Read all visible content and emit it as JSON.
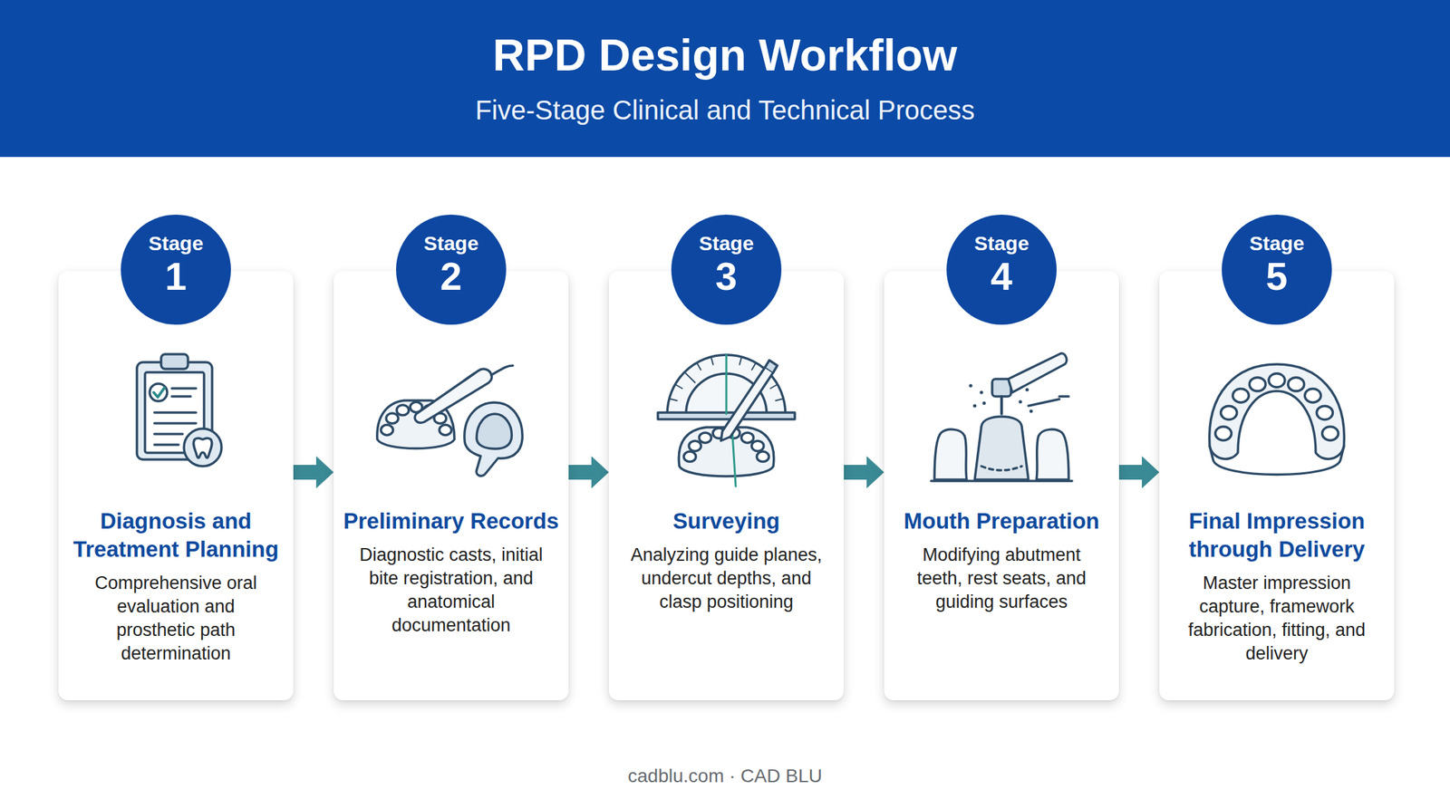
{
  "diagram": {
    "title": "RPD Design Workflow",
    "nodes": [
      {
        "text": [
          "Diagnosis and Treatment Planning",
          "Comprehensive oral evaluation and prosthetic path determination"
        ]
      },
      {
        "text": [
          "Stage",
          "1"
        ],
        "in": 0
      },
      {
        "text": [
          "Preliminary Records",
          "Diagnostic casts, initial bite registration, and anatomical documentation"
        ]
      },
      {
        "text": [
          "Stage",
          "2"
        ],
        "in": 2
      },
      {
        "text": [
          "Surveying",
          "Analyzing guide planes, undercut depths, and clasp positioning"
        ]
      },
      {
        "text": [
          "Stage",
          "3"
        ],
        "in": 4
      },
      {
        "text": [
          "Mouth Preparation",
          "Modifying abutment teeth, rest seats, and guiding surfaces"
        ]
      },
      {
        "text": [
          "Stage",
          "4"
        ],
        "in": 6
      },
      {
        "text": [
          "Final Impression through Delivery",
          "Master impression capture, framework fabrication, fitting, and delivery"
        ]
      },
      {
        "text": [
          "Stage",
          "5"
        ],
        "in": 8
      }
    ],
    "edges": [
      {
        "from": 0,
        "to": 2,
        "arrow": "to"
      },
      {
        "from": 2,
        "to": 4,
        "arrow": "to"
      },
      {
        "from": 4,
        "to": 6,
        "arrow": "to"
      },
      {
        "from": 6,
        "to": 8,
        "arrow": "to"
      }
    ],
    "labels": [
      "Five-Stage Clinical and Technical Process",
      "cadblu.com · CAD BLU"
    ]
  }
}
